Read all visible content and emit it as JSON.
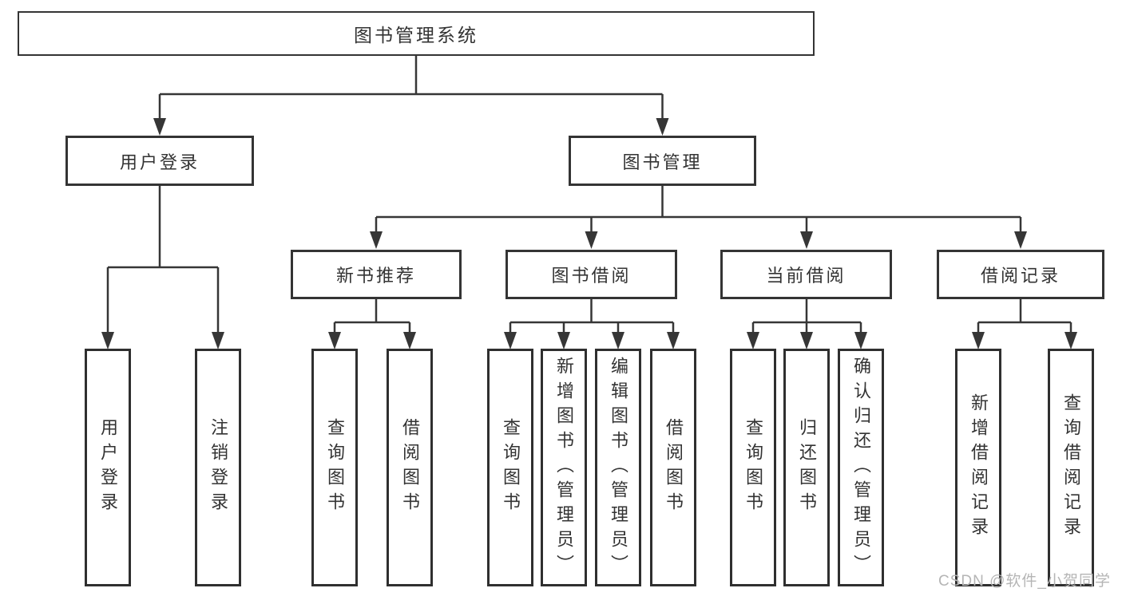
{
  "nodes": {
    "root": "图书管理系统",
    "user_login": "用户登录",
    "book_mgmt": "图书管理",
    "new_book_rec": "新书推荐",
    "book_borrow": "图书借阅",
    "current_borrow": "当前借阅",
    "borrow_record": "借阅记录",
    "leaf_user_login": "用户登录",
    "leaf_logout": "注销登录",
    "rec_query": "查询图书",
    "rec_borrow": "借阅图书",
    "bor_query": "查询图书",
    "bor_add": "新增图书（管理员）",
    "bor_edit": "编辑图书（管理员）",
    "bor_borrow": "借阅图书",
    "cur_query": "查询图书",
    "cur_return": "归还图书",
    "cur_confirm": "确认归还（管理员）",
    "log_add": "新增借阅记录",
    "log_query": "查询借阅记录"
  },
  "hierarchy": {
    "图书管理系统": [
      "用户登录",
      "图书管理"
    ],
    "用户登录": [
      "用户登录",
      "注销登录"
    ],
    "图书管理": [
      "新书推荐",
      "图书借阅",
      "当前借阅",
      "借阅记录"
    ],
    "新书推荐": [
      "查询图书",
      "借阅图书"
    ],
    "图书借阅": [
      "查询图书",
      "新增图书（管理员）",
      "编辑图书（管理员）",
      "借阅图书"
    ],
    "当前借阅": [
      "查询图书",
      "归还图书",
      "确认归还（管理员）"
    ],
    "借阅记录": [
      "新增借阅记录",
      "查询借阅记录"
    ]
  },
  "watermark": "CSDN @软件_小贺同学",
  "colors": {
    "line": "#363636",
    "box_border": "#343434",
    "text": "#333333",
    "watermark": "#b5b5b5",
    "background": "#ffffff"
  }
}
